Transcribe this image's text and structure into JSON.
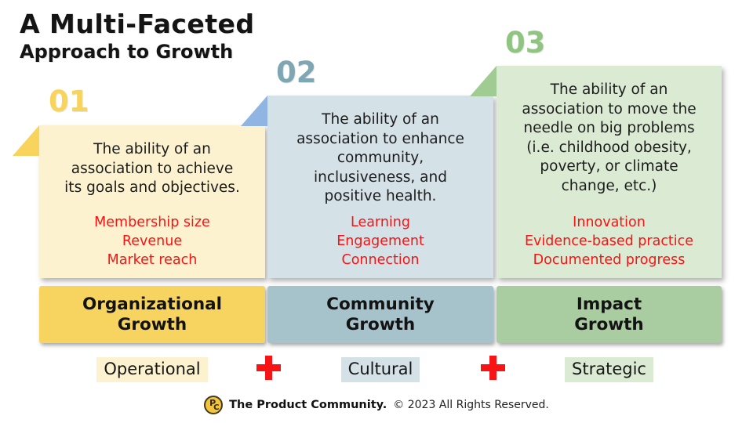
{
  "title": {
    "line1": "A Multi-Faceted",
    "line2": "Approach to Growth"
  },
  "theme": {
    "background": "#FFFFFF",
    "red": "#F61414",
    "text": "#1C1C1C"
  },
  "columns": [
    {
      "number": "01",
      "description": "The ability of an\nassociation to achieve\nits goals and objectives.",
      "metrics": "Membership size\nRevenue\nMarket reach",
      "growth_label": "Organizational\nGrowth",
      "tag": "Operational",
      "colors": {
        "number": "#F9D45C",
        "fold": "#F9D45C",
        "card_bg": "#FCF2CF",
        "bar_bg": "#F6D45F",
        "tag_bg": "#FCF2CF"
      }
    },
    {
      "number": "02",
      "description": "The ability of an\nassociation to enhance\ncommunity,\ninclusiveness, and\npositive health.",
      "metrics": "Learning\nEngagement\nConnection",
      "growth_label": "Community\nGrowth",
      "tag": "Cultural",
      "colors": {
        "number": "#7FA6B3",
        "fold": "#90B5E3",
        "card_bg": "#D4E1E7",
        "bar_bg": "#A6C3CC",
        "tag_bg": "#D4E1E7"
      }
    },
    {
      "number": "03",
      "description": "The ability of an\nassociation to move the\nneedle on big problems\n(i.e. childhood obesity,\npoverty, or climate\nchange, etc.)",
      "metrics": "Innovation\nEvidence-based practice\nDocumented progress",
      "growth_label": "Impact\nGrowth",
      "tag": "Strategic",
      "colors": {
        "number": "#90C581",
        "fold": "#A0CB92",
        "card_bg": "#DAEAD3",
        "bar_bg": "#A9CCA1",
        "tag_bg": "#DAEAD3"
      }
    }
  ],
  "operators": {
    "plus": "+"
  },
  "footer": {
    "brand": "The Product Community.",
    "rights": "© 2023 All Rights Reserved.",
    "logo": {
      "letter_p": "P",
      "letter_c": "C",
      "color": "#F2C53D"
    }
  }
}
